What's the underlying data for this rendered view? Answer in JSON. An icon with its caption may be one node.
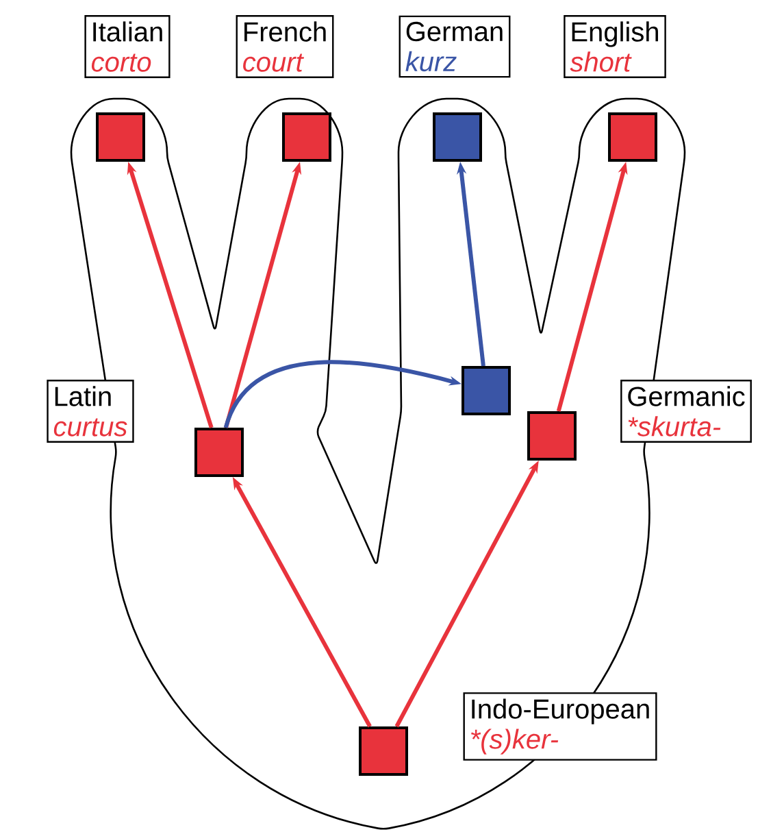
{
  "diagram": {
    "nodes": [
      {
        "text": [
          "Italian",
          "corto"
        ]
      },
      {
        "text": [
          "French",
          "court"
        ]
      },
      {
        "text": [
          "German",
          "kurz"
        ]
      },
      {
        "text": [
          "English",
          "short"
        ]
      },
      {
        "text": [
          "Latin",
          "curtus"
        ]
      },
      {
        "text": [
          "Germanic",
          "*skurta-"
        ]
      },
      {
        "text": [
          "Indo-European",
          "*(s)ker-"
        ]
      },
      {
        "text": [],
        "shape": "box"
      },
      {
        "text": [],
        "shape": "box"
      },
      {
        "text": [],
        "shape": "box"
      },
      {
        "text": [],
        "shape": "box"
      },
      {
        "text": [],
        "shape": "box"
      },
      {
        "text": [],
        "shape": "box"
      },
      {
        "text": [],
        "shape": "box"
      },
      {
        "text": [],
        "shape": "box"
      }
    ],
    "edges": [
      {
        "from": 14,
        "to": 12,
        "arrow": "to"
      },
      {
        "from": 14,
        "to": 13,
        "arrow": "to"
      },
      {
        "from": 12,
        "to": 7,
        "arrow": "to"
      },
      {
        "from": 12,
        "to": 8,
        "arrow": "to"
      },
      {
        "from": 13,
        "to": 10,
        "arrow": "to"
      },
      {
        "from": 11,
        "to": 9,
        "arrow": "to",
        "color": "#3a55a6"
      },
      {
        "from": 12,
        "to": 11,
        "arrow": "to",
        "color": "#3a55a6"
      }
    ]
  }
}
